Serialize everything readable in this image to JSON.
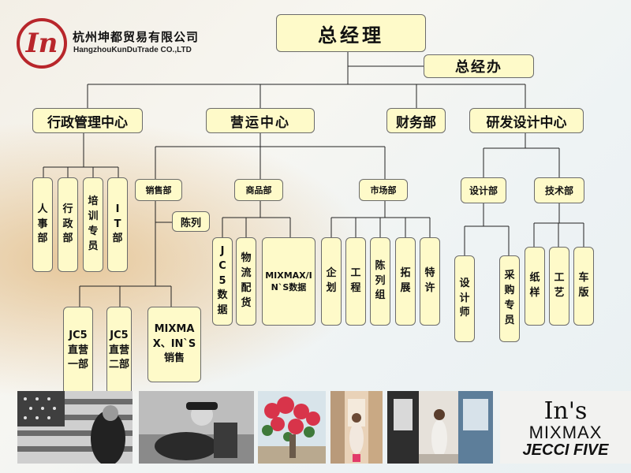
{
  "company": {
    "name_cn": "杭州坤都贸易有限公司",
    "name_en": "HangzhouKunDuTrade CO.,LTD",
    "logo_text": "In"
  },
  "org": {
    "ceo": "总经理",
    "ceo_office": "总经办",
    "admin_center": "行政管理中心",
    "operations_center": "营运中心",
    "finance": "财务部",
    "rnd_center": "研发设计中心",
    "admin_units": [
      "人事部",
      "行政部",
      "培训专员",
      "IT部"
    ],
    "sales_dept": "销售部",
    "display": "陈列",
    "merch_dept": "商品部",
    "market_dept": "市场部",
    "sales_units": [
      "JC5直营一部",
      "JC5直营二部",
      "MIXMAX、IN`S销售"
    ],
    "merch_units": [
      "JC5数据",
      "物流配货",
      "MIXMAX/IN`S数据"
    ],
    "market_units": [
      "企划",
      "工程",
      "陈列组",
      "拓展",
      "特许"
    ],
    "design_dept": "设计部",
    "tech_dept": "技术部",
    "design_units": [
      "设计师",
      "采购专员"
    ],
    "tech_units": [
      "纸样",
      "工艺",
      "车版"
    ]
  },
  "brands": {
    "ins": "In's",
    "mixmax": "MIXMAX",
    "jecci": "JECCI FIVE"
  }
}
